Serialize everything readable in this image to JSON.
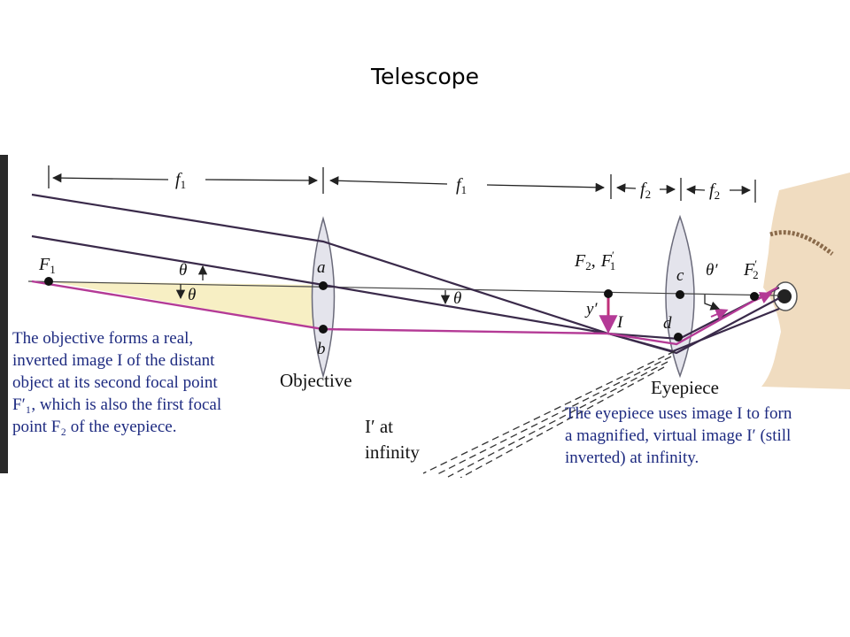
{
  "slide": {
    "title": "Telescope"
  },
  "figure": {
    "dimensions": {
      "objective_to_focus_1": "f",
      "objective_to_focus_2": "f",
      "eyepiece_focus_1": "f",
      "eyepiece_focus_2": "f",
      "subscript_1": "1",
      "subscript_2": "2"
    },
    "points": {
      "f1_main": "F",
      "f1_sub": "1",
      "f2_main": "F",
      "f2_sub": "2",
      "f2_comma": ",",
      "f1prime_main": "F",
      "f1prime_sub": "1",
      "f1prime_mark": "′",
      "f2prime_main": "F",
      "f2prime_sub": "2",
      "f2prime_mark": "′"
    },
    "angles": {
      "theta_objective_up": "θ",
      "theta_objective_down": "θ",
      "theta_mid": "θ",
      "theta_prime": "θ′"
    },
    "lens_points": {
      "a": "a",
      "b": "b",
      "c": "c",
      "d": "d"
    },
    "image": {
      "I": "I",
      "y_prime": "y′"
    },
    "lens_labels": {
      "objective": "Objective",
      "eyepiece": "Eyepiece"
    },
    "image_at_infinity": {
      "line1": "I′ at",
      "line2": "infinity"
    },
    "captions": {
      "objective": [
        "The objective forms a real,",
        "inverted image I of the distant",
        "object at its second focal point",
        "F′₁, which is also the first focal",
        "point F₂ of the eyepiece."
      ],
      "eyepiece": [
        "The eyepiece uses image I to forn",
        "a magnified, virtual image I′ (still",
        "inverted) at infinity."
      ]
    },
    "colors": {
      "ray_dark": "#3a2a4a",
      "ray_magenta": "#b43a96",
      "shade_yellow": "#f7efc4",
      "caption_blue": "#1d2a80",
      "lens_fill": "#e4e4ec",
      "skin": "#f0dcc0"
    }
  }
}
